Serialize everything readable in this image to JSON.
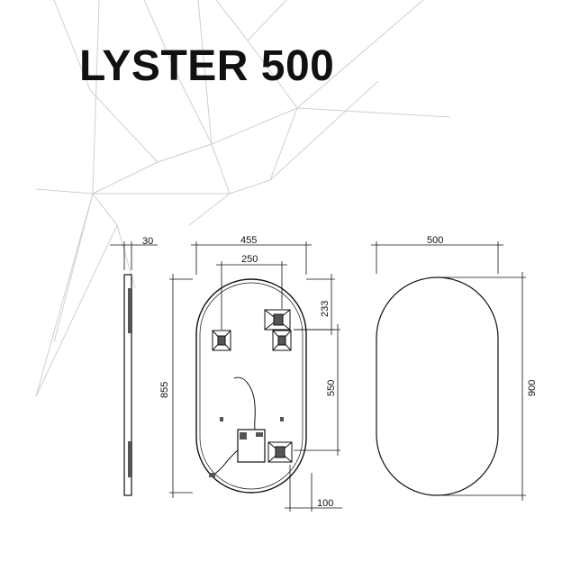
{
  "product": {
    "title": "LYSTER 500"
  },
  "dimensions": {
    "depth": "30",
    "back_width": "455",
    "bracket_spacing": "250",
    "top_offset": "233",
    "bracket_vertical": "550",
    "back_height": "855",
    "bottom_offset": "100",
    "front_width": "500",
    "front_height": "900"
  },
  "colors": {
    "line": "#111111",
    "background_lines": "#d0d0d0"
  }
}
